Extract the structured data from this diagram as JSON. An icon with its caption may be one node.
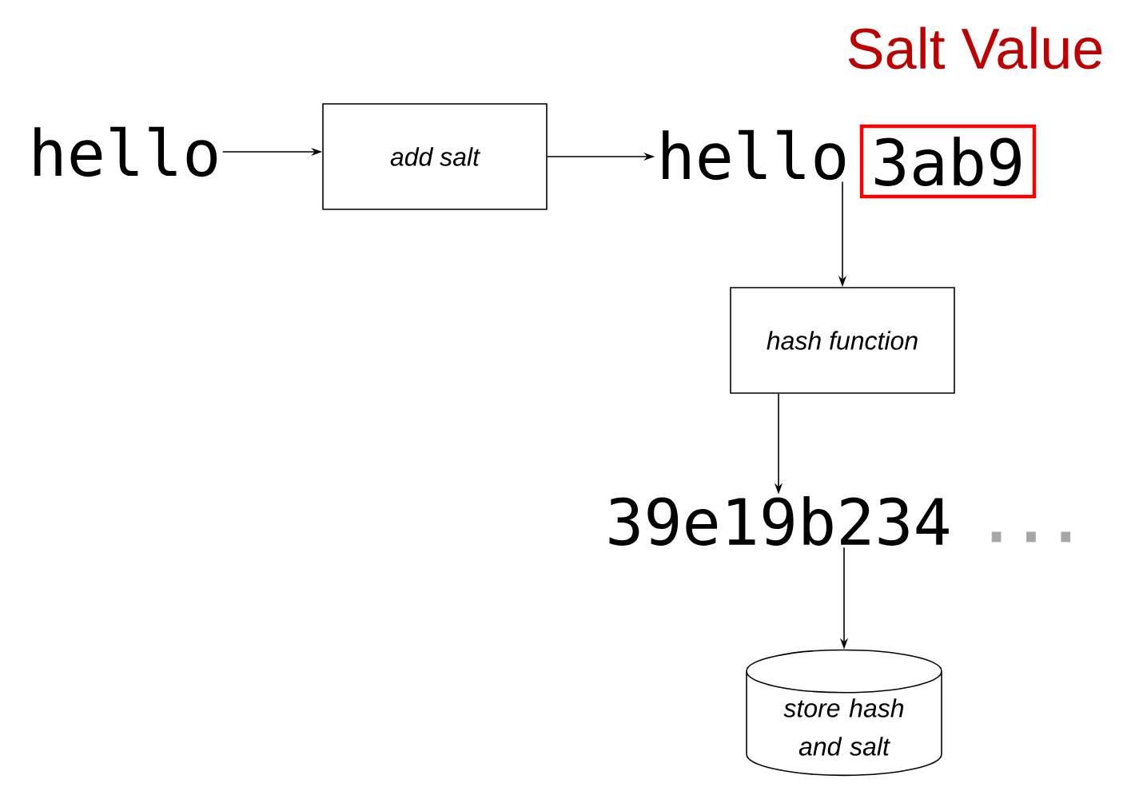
{
  "diagram": {
    "nodes": [
      {
        "text": [
          "hello"
        ]
      },
      {
        "text": [
          "add salt"
        ]
      },
      {
        "text": [
          "hello"
        ]
      },
      {
        "text": [
          "3ab9"
        ],
        "beside": [
          "Salt Value"
        ]
      },
      {
        "text": [
          "hash function"
        ]
      },
      {
        "text": [
          "39e19b234"
        ],
        "beside": [
          "..."
        ]
      },
      {
        "text": [
          "store hash and salt"
        ]
      }
    ],
    "edges": [
      {
        "from": 0,
        "to": 1,
        "arrow": "to"
      },
      {
        "from": 1,
        "to": 2,
        "arrow": "to"
      },
      {
        "from": 2,
        "to": 4,
        "arrow": "to"
      },
      {
        "from": 4,
        "to": 5,
        "arrow": "to"
      },
      {
        "from": 5,
        "to": 6,
        "arrow": "to"
      }
    ]
  }
}
